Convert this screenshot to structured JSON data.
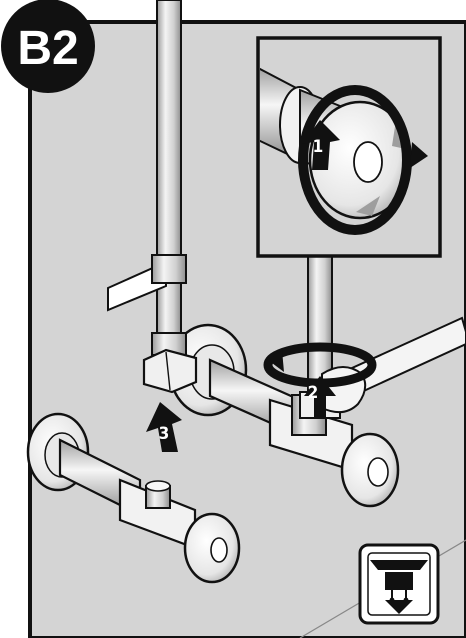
{
  "step_badge": {
    "label": "B2"
  },
  "callouts": {
    "step1": "1",
    "step2": "2",
    "step3": "3"
  },
  "colors": {
    "panel": "#d4d4d4",
    "badge": "#111111",
    "outline": "#111111",
    "metal": "#ffffff",
    "shade": "#9e9e9e"
  },
  "icons": {
    "detail_inset": "detail-zoom-frame",
    "rotate_arrow": "rotate-arrow-icon",
    "water_off": "water-shutoff-icon"
  }
}
